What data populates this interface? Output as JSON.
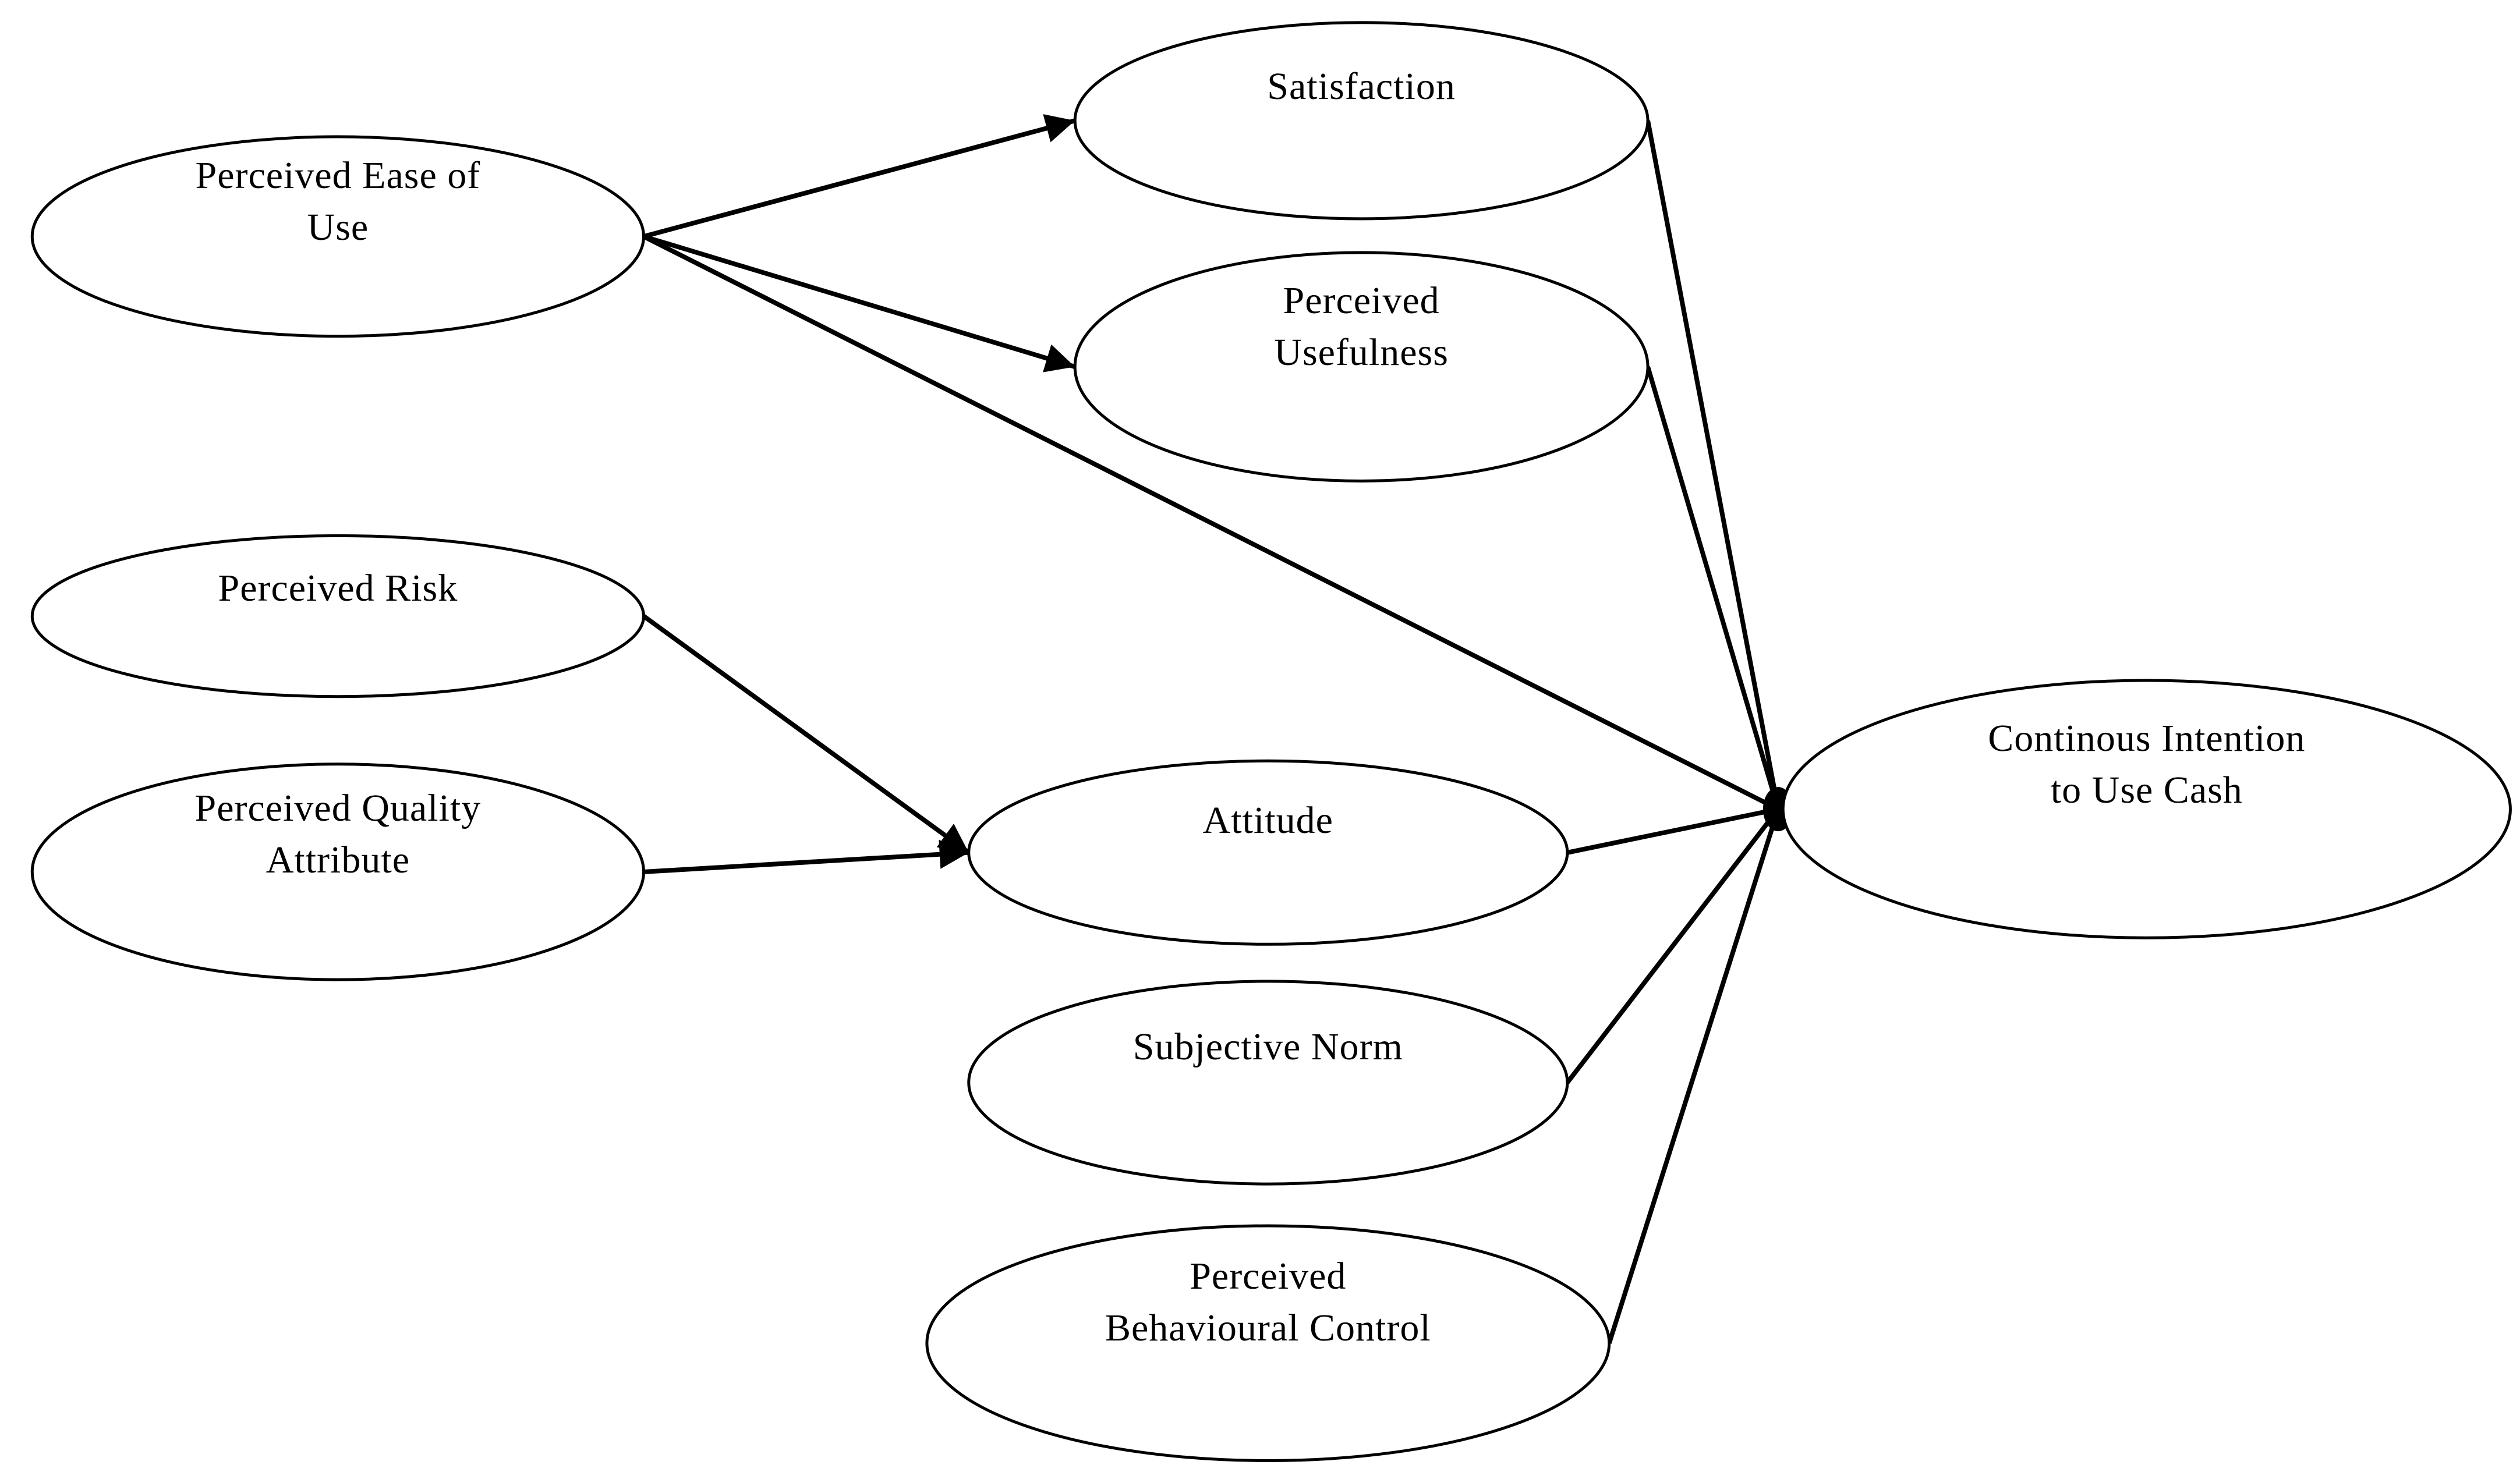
{
  "diagram": {
    "colors": {
      "stroke": "#000000",
      "fill": "#ffffff",
      "text": "#000000"
    },
    "nodes": [
      {
        "id": "peou",
        "name": "node-perceived-ease-of-use",
        "label": "Perceived Ease of\nUse"
      },
      {
        "id": "satisfaction",
        "name": "node-satisfaction",
        "label": "Satisfaction"
      },
      {
        "id": "usefulness",
        "name": "node-perceived-usefulness",
        "label": "Perceived\nUsefulness"
      },
      {
        "id": "risk",
        "name": "node-perceived-risk",
        "label": "Perceived Risk"
      },
      {
        "id": "quality",
        "name": "node-perceived-quality-attribute",
        "label": "Perceived Quality\nAttribute"
      },
      {
        "id": "attitude",
        "name": "node-attitude",
        "label": "Attitude"
      },
      {
        "id": "norm",
        "name": "node-subjective-norm",
        "label": "Subjective Norm"
      },
      {
        "id": "pbc",
        "name": "node-perceived-behavioural-control",
        "label": "Perceived\nBehavioural Control"
      },
      {
        "id": "intention",
        "name": "node-continous-intention",
        "label": "Continous Intention\nto Use Cash"
      }
    ],
    "edges": [
      {
        "from": "peou",
        "to": "satisfaction",
        "arrow": true
      },
      {
        "from": "peou",
        "to": "usefulness",
        "arrow": true
      },
      {
        "from": "peou",
        "to": "intention",
        "arrow": true
      },
      {
        "from": "risk",
        "to": "attitude",
        "arrow": true
      },
      {
        "from": "quality",
        "to": "attitude",
        "arrow": true
      },
      {
        "from": "satisfaction",
        "to": "intention",
        "arrow": true
      },
      {
        "from": "usefulness",
        "to": "intention",
        "arrow": true
      },
      {
        "from": "attitude",
        "to": "intention",
        "arrow": true
      },
      {
        "from": "norm",
        "to": "intention",
        "arrow": true
      },
      {
        "from": "pbc",
        "to": "intention",
        "arrow": true
      }
    ]
  }
}
